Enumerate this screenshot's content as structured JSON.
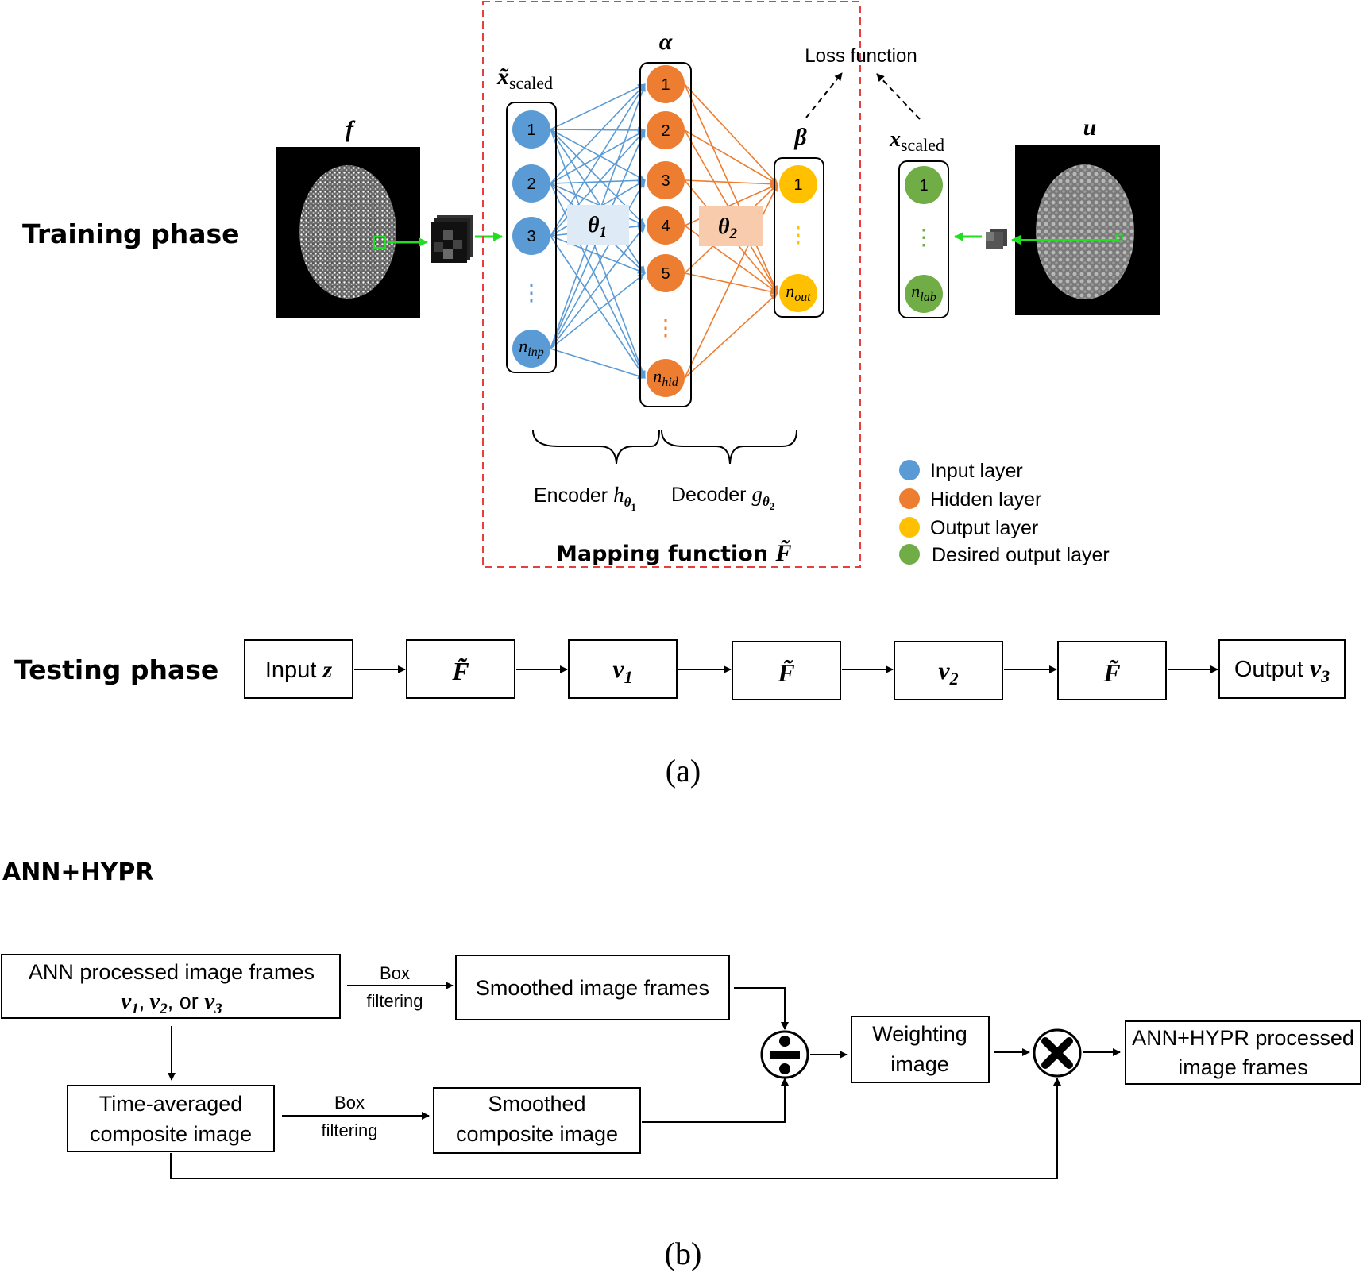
{
  "colors": {
    "input": "#5b9bd5",
    "hidden": "#ed7d31",
    "output": "#ffc000",
    "desired": "#70ad47",
    "mapping_border": "#e83e3e",
    "green_arrow": "#22dd22",
    "theta1_bg": "#deebf7",
    "theta2_bg": "#f8cbad"
  },
  "training": {
    "label": "Training phase",
    "f_label": "f",
    "u_label": "u",
    "x_scaled_tilde": {
      "sym": "x̃",
      "sub": "scaled"
    },
    "x_scaled": {
      "sym": "x",
      "sub": "scaled"
    },
    "alpha": "α",
    "beta": "β",
    "loss": "Loss function",
    "theta1": {
      "sym": "θ",
      "sub": "1"
    },
    "theta2": {
      "sym": "θ",
      "sub": "2"
    },
    "input_nodes": [
      "1",
      "2",
      "3"
    ],
    "n_inp": {
      "sym": "n",
      "sub": "inp"
    },
    "hidden_nodes": [
      "1",
      "2",
      "3",
      "4",
      "5"
    ],
    "n_hid": {
      "sym": "n",
      "sub": "hid"
    },
    "output_nodes": [
      "1"
    ],
    "n_out": {
      "sym": "n",
      "sub": "out"
    },
    "label_nodes": [
      "1"
    ],
    "n_lab": {
      "sym": "n",
      "sub": "lab"
    },
    "vdots": "⋮",
    "encoder": {
      "text": "Encoder ",
      "sym": "h",
      "sub": "θ",
      "subsub": "1"
    },
    "decoder": {
      "text": "Decoder ",
      "sym": "g",
      "sub": "θ",
      "subsub": "2"
    },
    "mapping": {
      "text": "Mapping function ",
      "sym": "F̃"
    }
  },
  "legend": [
    {
      "label": "Input layer",
      "color": "#5b9bd5"
    },
    {
      "label": "Hidden layer",
      "color": "#ed7d31"
    },
    {
      "label": "Output layer",
      "color": "#ffc000"
    },
    {
      "label": "Desired output layer",
      "color": "#70ad47"
    }
  ],
  "testing": {
    "label": "Testing phase",
    "input": {
      "text": "Input ",
      "sym": "z"
    },
    "f_sym": "F̃",
    "v1": {
      "sym": "v",
      "sub": "1"
    },
    "v2": {
      "sym": "v",
      "sub": "2"
    },
    "output": {
      "text": "Output ",
      "sym": "v",
      "sub": "3"
    }
  },
  "caption_a": "(a)",
  "hypr": {
    "title": "ANN+HYPR",
    "ann_frames_line1": "ANN processed image frames",
    "ann_frames_v1": {
      "sym": "v",
      "sub": "1"
    },
    "ann_frames_v2": {
      "sym": "v",
      "sub": "2"
    },
    "ann_frames_or": ", or ",
    "ann_frames_v3": {
      "sym": "v",
      "sub": "3"
    },
    "comma": ",",
    "box_line1": "Box",
    "box_line2": "filtering",
    "smoothed_frames": "Smoothed image frames",
    "time_avg_line1": "Time-averaged",
    "time_avg_line2": "composite image",
    "smoothed_comp_line1": "Smoothed",
    "smoothed_comp_line2": "composite image",
    "weighting_line1": "Weighting",
    "weighting_line2": "image",
    "output_line1": "ANN+HYPR processed",
    "output_line2": "image frames"
  },
  "caption_b": "(b)"
}
